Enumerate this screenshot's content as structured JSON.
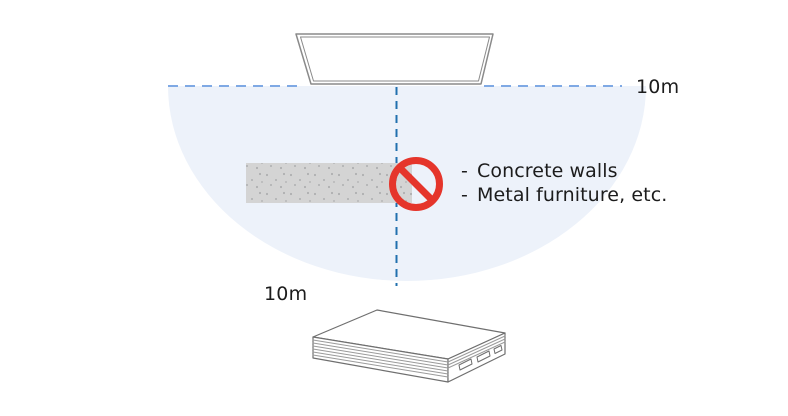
{
  "labels": {
    "top_range": "10m",
    "bottom_range": "10m"
  },
  "obstructions": {
    "bullet": "-",
    "items": [
      "Concrete walls",
      "Metal furniture, etc."
    ]
  },
  "icons": {
    "prohibition": "no-sign"
  },
  "colors": {
    "range_fill": "#edf2fa",
    "range_dash_horizontal": "#7fa9e4",
    "range_dash_vertical": "#2170ae",
    "wall_fill": "#d4d4d4",
    "wall_speckle": "#aeafb0",
    "prohibition_red": "#e5352b",
    "outline_gray": "#8a8a8a",
    "box_outline_gray": "#6f6f6f",
    "text": "#1c1c1c"
  }
}
